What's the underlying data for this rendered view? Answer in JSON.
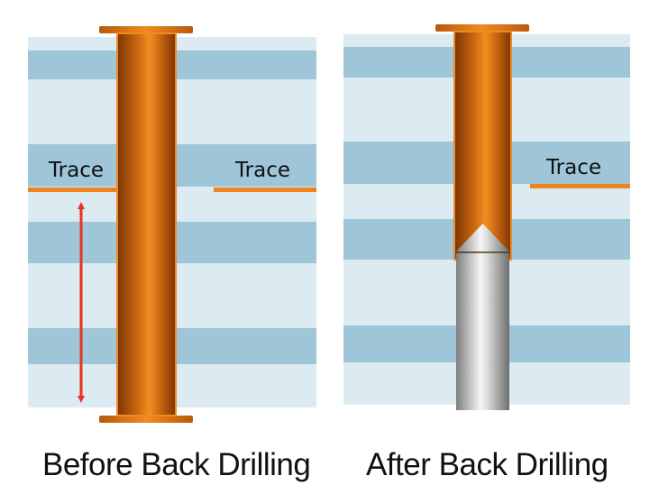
{
  "panels": [
    {
      "caption": "Before Back Drilling",
      "trace_left": "Trace",
      "trace_right": "Trace"
    },
    {
      "caption": "After Back Drilling",
      "trace_right": "Trace"
    }
  ],
  "colors": {
    "board_light": "#dcebf2",
    "board_dark": "#9fc5d8",
    "copper": "#e8801c",
    "copper_dark": "#8a3e06",
    "arrow": "#e8321c",
    "drill": "#c8c8c8"
  }
}
